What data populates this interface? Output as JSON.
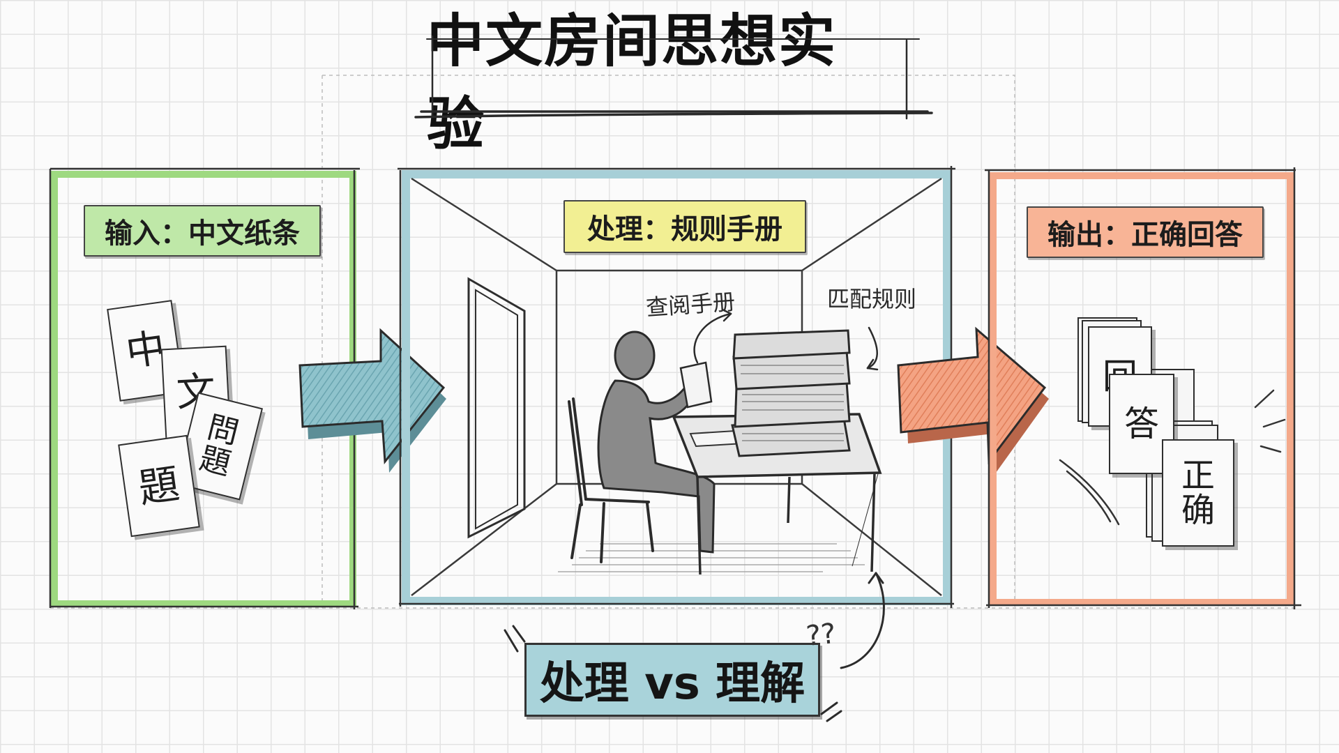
{
  "title": "中文房间思想实验",
  "panels": {
    "input": {
      "label": "输入：中文纸条",
      "color": "#b6e59a"
    },
    "process": {
      "label": "处理：规则手册",
      "color": "#a7cfd7"
    },
    "output": {
      "label": "输出：正确回答",
      "color": "#f6a98a"
    }
  },
  "input_cards": [
    "中",
    "文",
    "問\n題",
    "題"
  ],
  "process_notes": {
    "consult": "查阅手册",
    "match": "匹配规则"
  },
  "output_cards": [
    "回",
    "答",
    "正\n确"
  ],
  "bottom_label": "处理 vs 理解",
  "question_marks": "??",
  "colors": {
    "arrow_blue": "#8fc3cc",
    "arrow_orange": "#f4a383",
    "label_green": "#bfe8a8",
    "label_yellow": "#f2ef93",
    "label_orange": "#f8b496"
  }
}
